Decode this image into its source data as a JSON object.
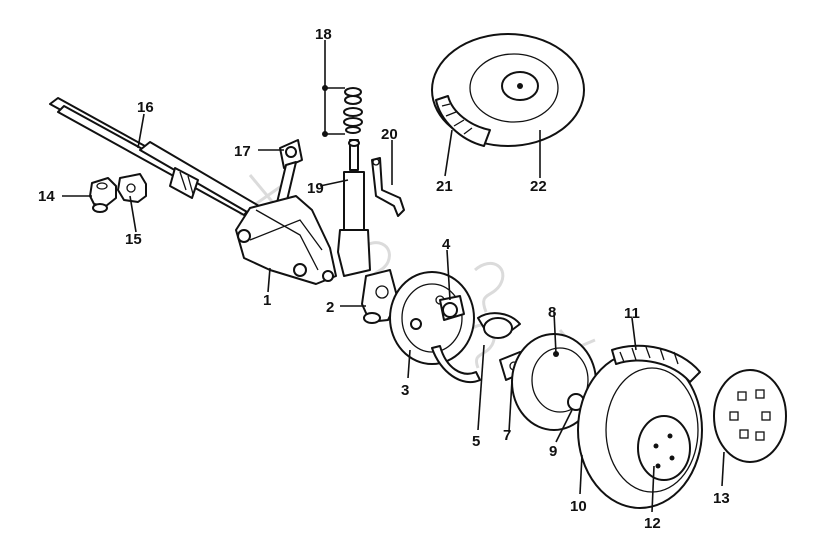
{
  "diagram": {
    "callouts": [
      {
        "id": "1",
        "label": "1"
      },
      {
        "id": "2",
        "label": "2"
      },
      {
        "id": "3",
        "label": "3"
      },
      {
        "id": "4",
        "label": "4"
      },
      {
        "id": "5",
        "label": "5"
      },
      {
        "id": "7",
        "label": "7"
      },
      {
        "id": "8",
        "label": "8"
      },
      {
        "id": "9",
        "label": "9"
      },
      {
        "id": "10",
        "label": "10"
      },
      {
        "id": "11",
        "label": "11"
      },
      {
        "id": "12",
        "label": "12"
      },
      {
        "id": "13",
        "label": "13"
      },
      {
        "id": "14",
        "label": "14"
      },
      {
        "id": "15",
        "label": "15"
      },
      {
        "id": "16",
        "label": "16"
      },
      {
        "id": "17",
        "label": "17"
      },
      {
        "id": "18",
        "label": "18"
      },
      {
        "id": "19",
        "label": "19"
      },
      {
        "id": "20",
        "label": "20"
      },
      {
        "id": "21",
        "label": "21"
      },
      {
        "id": "22",
        "label": "22"
      }
    ],
    "colors": {
      "line": "#111111",
      "background": "#ffffff",
      "watermark": "#bdbdbd"
    }
  }
}
